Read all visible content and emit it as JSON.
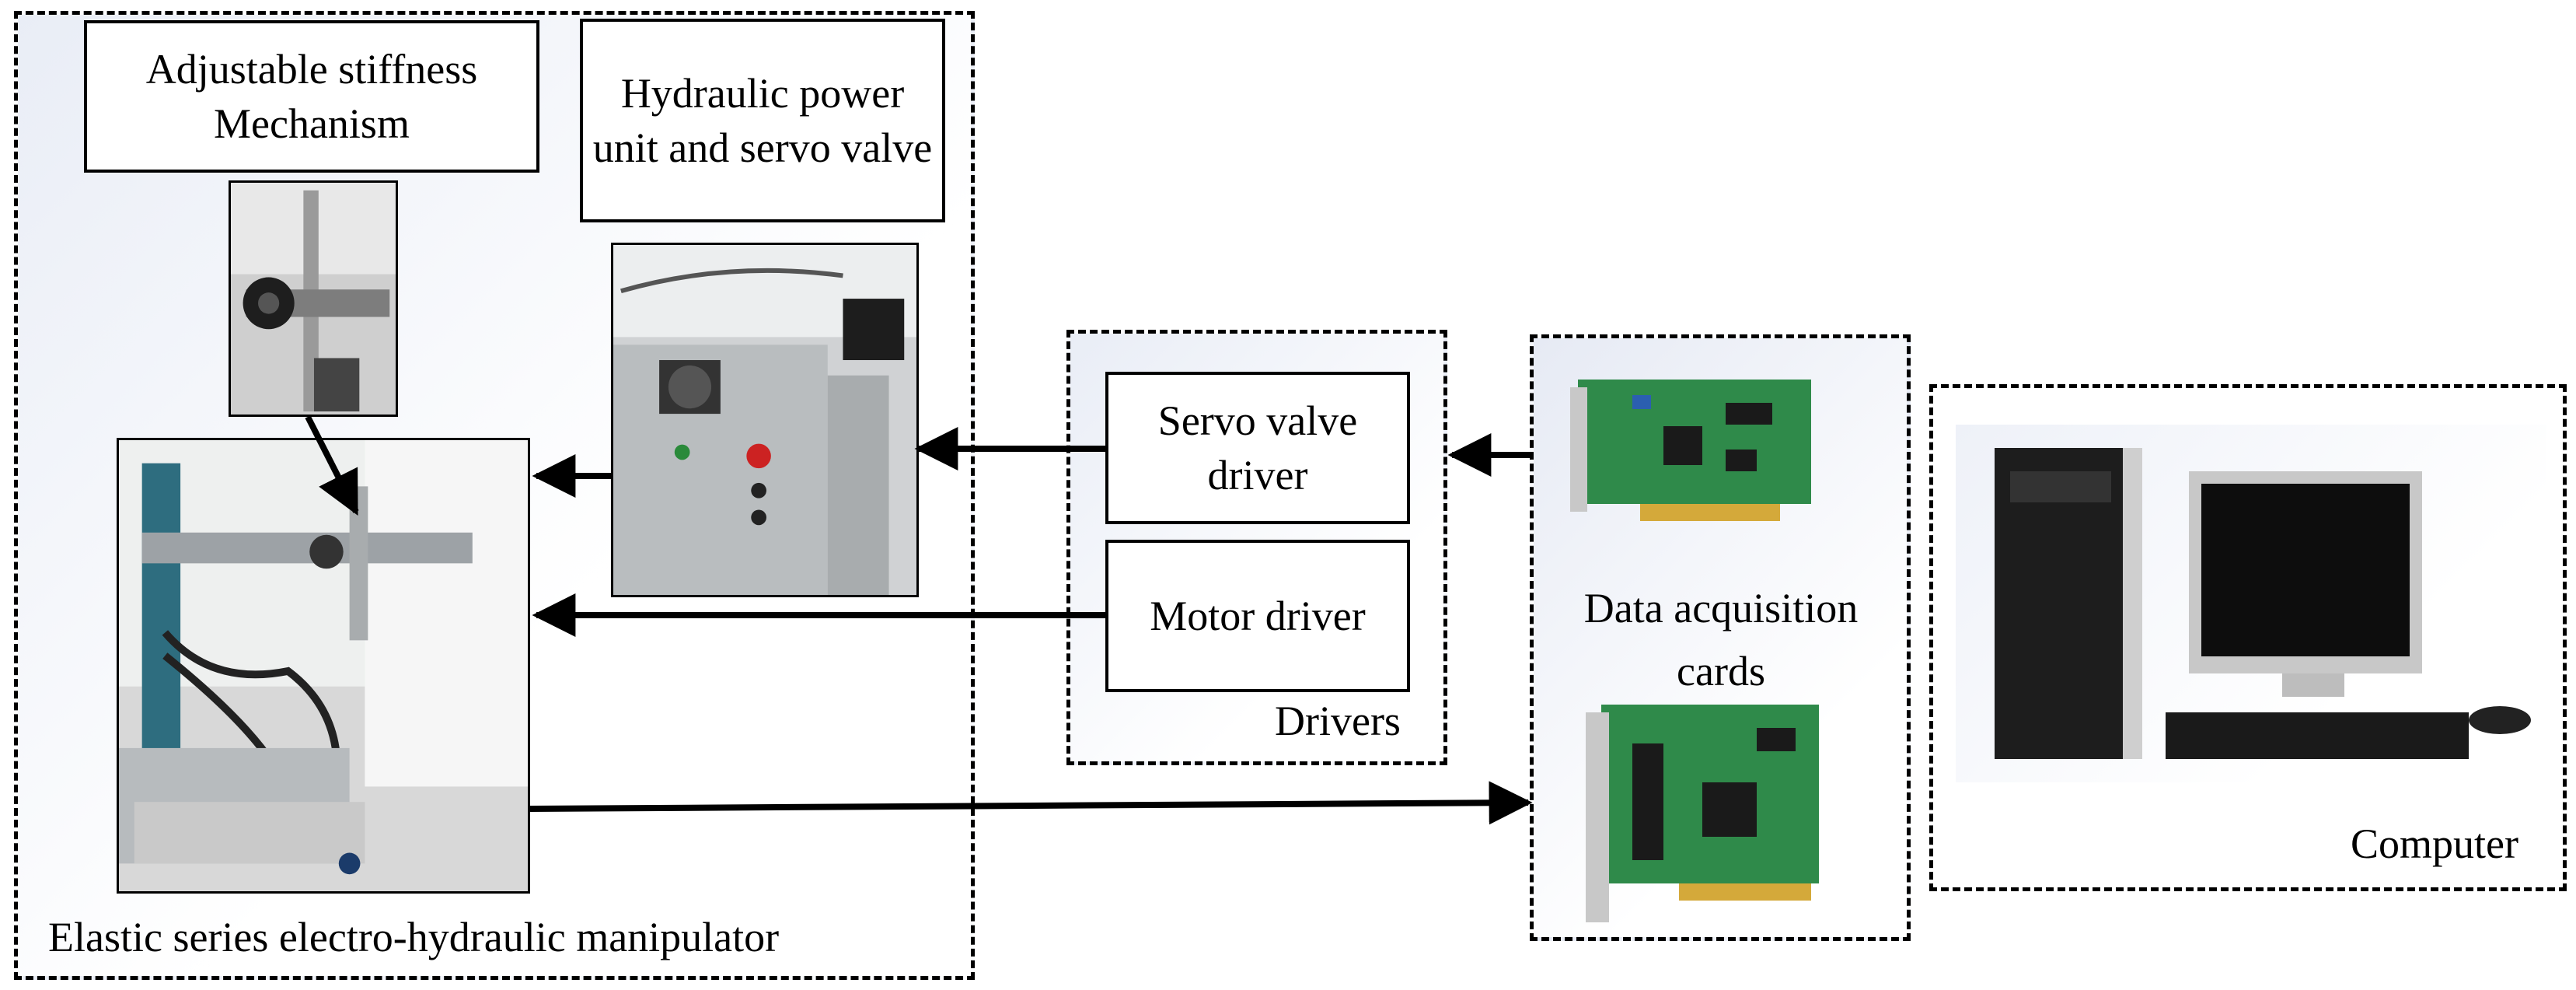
{
  "manipulator_group": {
    "caption": "Elastic series electro-hydraulic manipulator",
    "stiffness_label": "Adjustable stiffness Mechanism",
    "hydraulic_label": "Hydraulic power unit and servo valve"
  },
  "drivers_group": {
    "caption": "Drivers",
    "servo_driver_label": "Servo valve driver",
    "motor_driver_label": "Motor driver"
  },
  "daq_group": {
    "caption": "Data acquisition cards"
  },
  "computer_group": {
    "caption": "Computer"
  }
}
